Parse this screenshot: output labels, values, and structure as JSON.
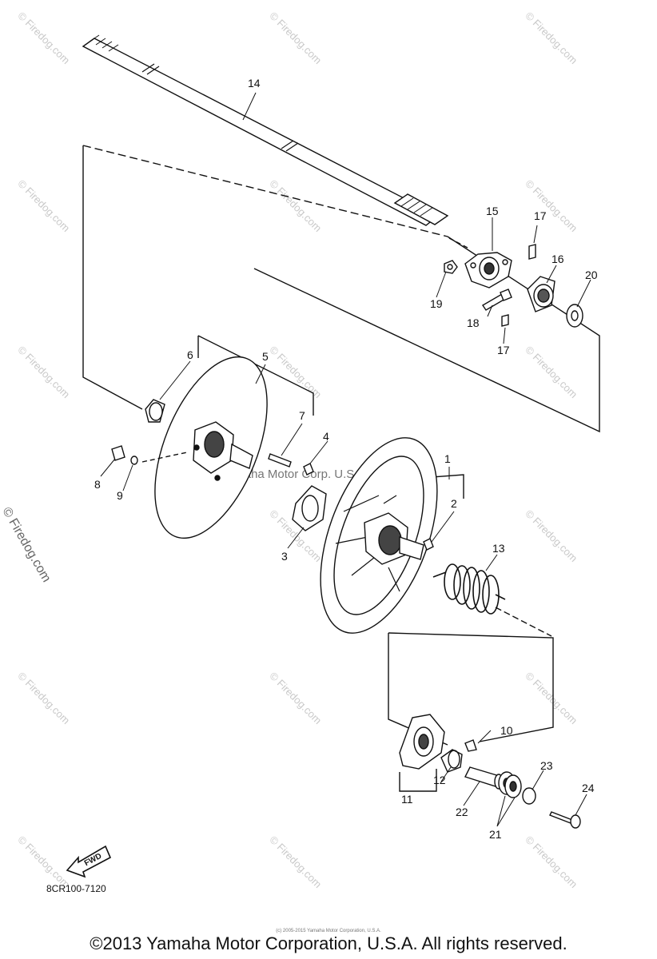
{
  "parts": [
    {
      "id": "1",
      "label": "1"
    },
    {
      "id": "2",
      "label": "2"
    },
    {
      "id": "3",
      "label": "3"
    },
    {
      "id": "4",
      "label": "4"
    },
    {
      "id": "5",
      "label": "5"
    },
    {
      "id": "6",
      "label": "6"
    },
    {
      "id": "7",
      "label": "7"
    },
    {
      "id": "8",
      "label": "8"
    },
    {
      "id": "9",
      "label": "9"
    },
    {
      "id": "10",
      "label": "10"
    },
    {
      "id": "11",
      "label": "11"
    },
    {
      "id": "12",
      "label": "12"
    },
    {
      "id": "13",
      "label": "13"
    },
    {
      "id": "14",
      "label": "14"
    },
    {
      "id": "15",
      "label": "15"
    },
    {
      "id": "16",
      "label": "16"
    },
    {
      "id": "17a",
      "label": "17"
    },
    {
      "id": "17b",
      "label": "17"
    },
    {
      "id": "18",
      "label": "18"
    },
    {
      "id": "19",
      "label": "19"
    },
    {
      "id": "20",
      "label": "20"
    },
    {
      "id": "21",
      "label": "21"
    },
    {
      "id": "22",
      "label": "22"
    },
    {
      "id": "23",
      "label": "23"
    },
    {
      "id": "24",
      "label": "24"
    }
  ],
  "watermark": {
    "text": "© Firedog.com",
    "side_text": "© Firedog.com",
    "inline_text": "Yamaha Motor Corp. U.S.A."
  },
  "fwd_label": "FWD",
  "diagram_code": "8CR100-7120",
  "copyright": "©2013 Yamaha Motor Corporation, U.S.A. All rights reserved.",
  "copyright_small": "(c) 2005-2015 Yamaha Motor Corporation, U.S.A."
}
